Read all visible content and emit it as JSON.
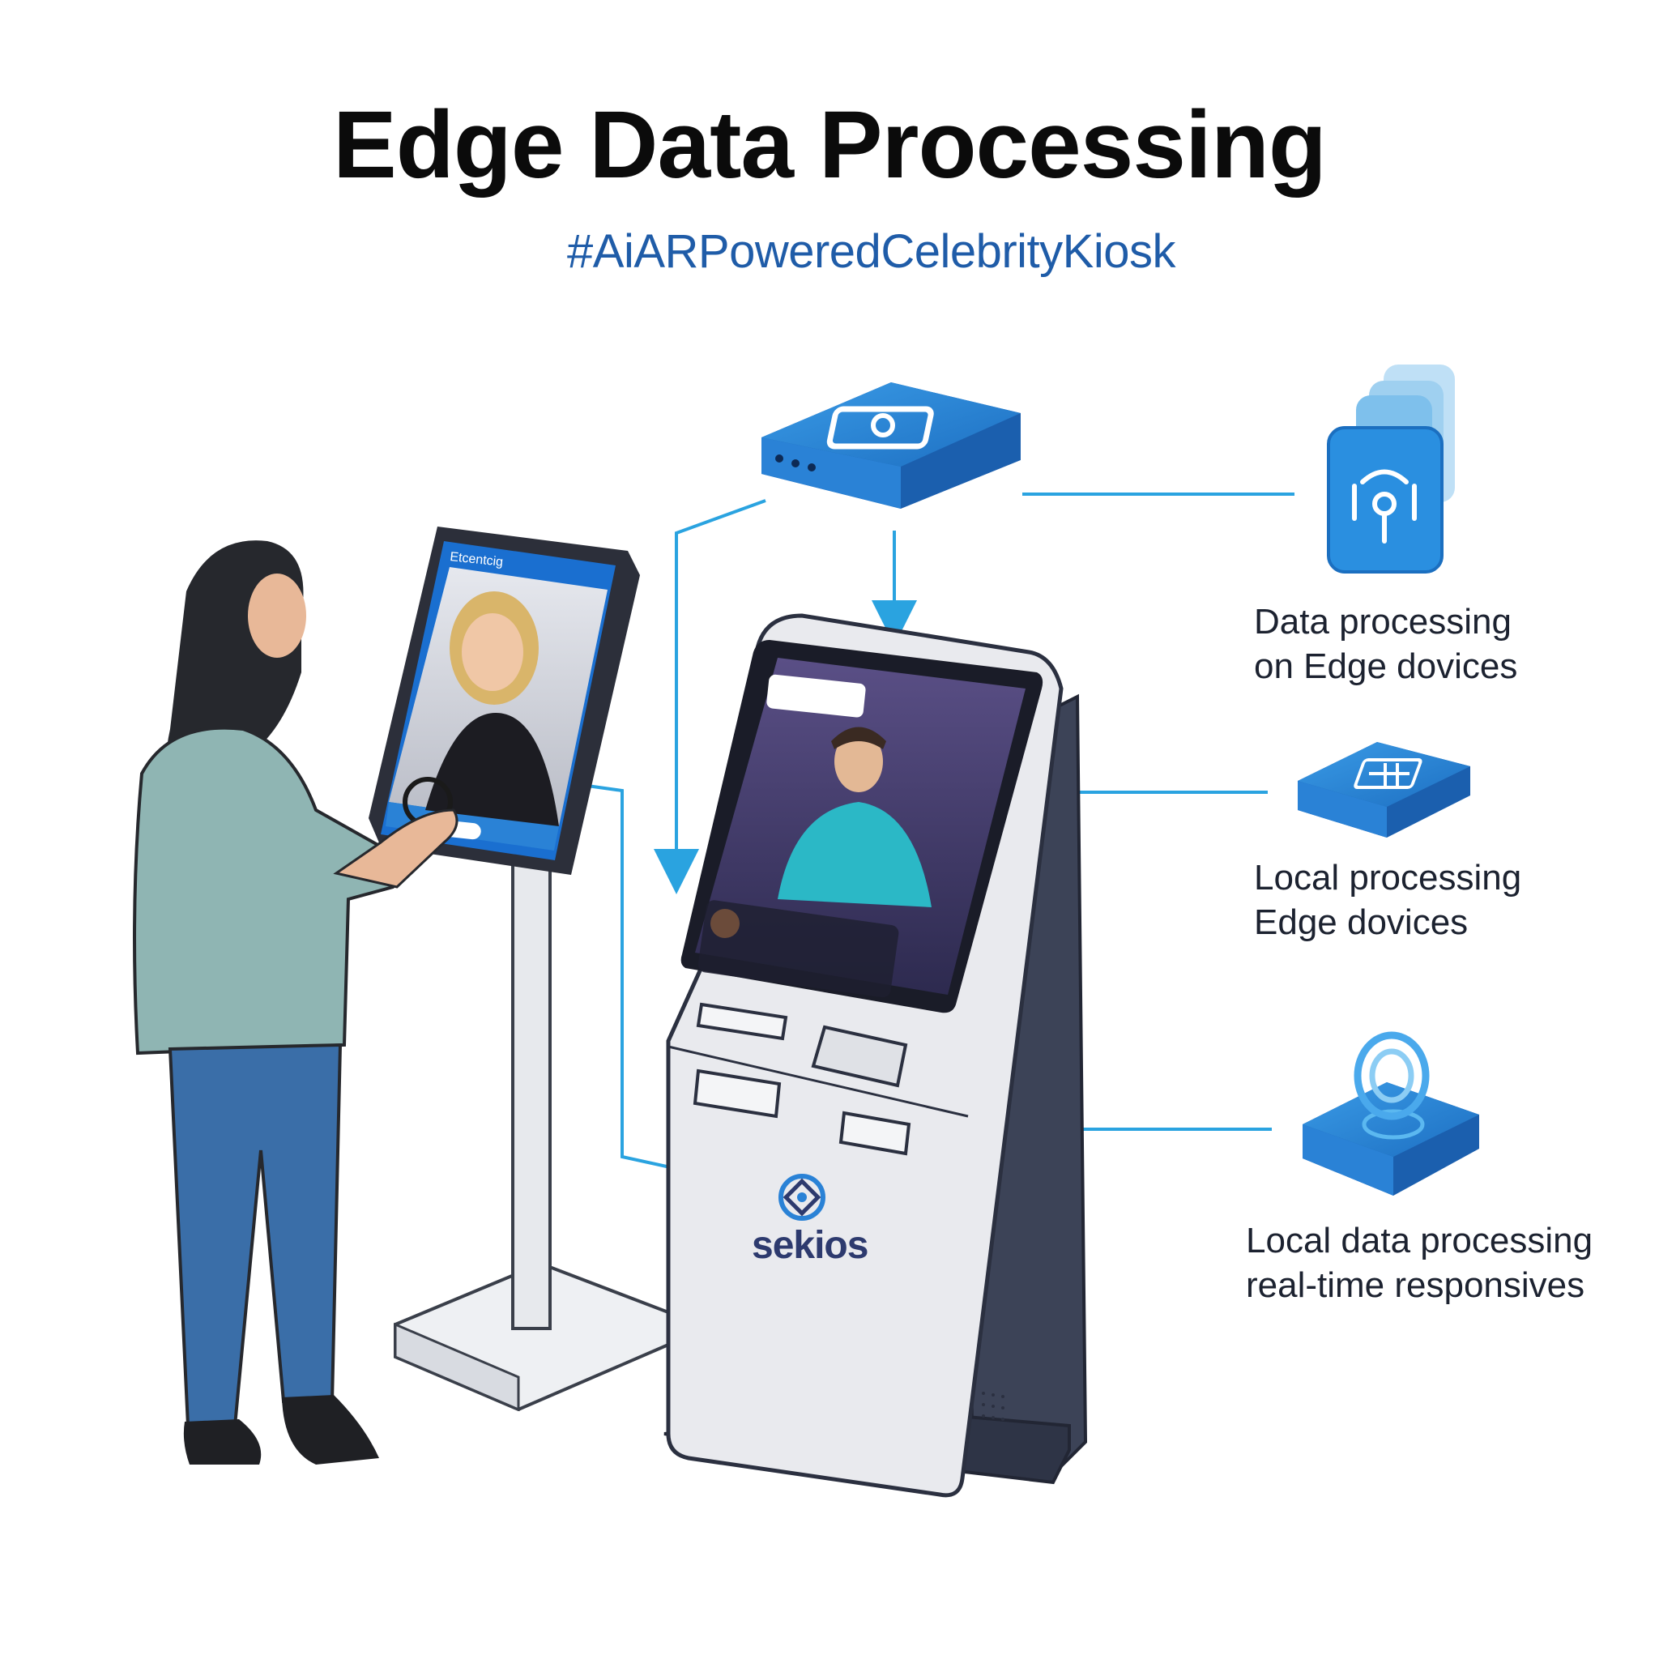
{
  "title": "Edge Data Processing",
  "subtitle": "#AiARPoweredCelebrityKiosk",
  "labels": {
    "data_processing": [
      "Data processing",
      "on Edge dovices"
    ],
    "local_processing": [
      "Local processing",
      "Edge dovices"
    ],
    "local_data": [
      "Local data processing",
      "real-time responsives"
    ]
  },
  "kiosk_brand": "sekios",
  "tablet_header": "Etcentcig",
  "colors": {
    "accent": "#2f8fe0",
    "connector": "#2aa3e0",
    "kiosk_dark": "#3c4357",
    "title": "#0b0b0b",
    "subtitle": "#1f5ca8"
  }
}
